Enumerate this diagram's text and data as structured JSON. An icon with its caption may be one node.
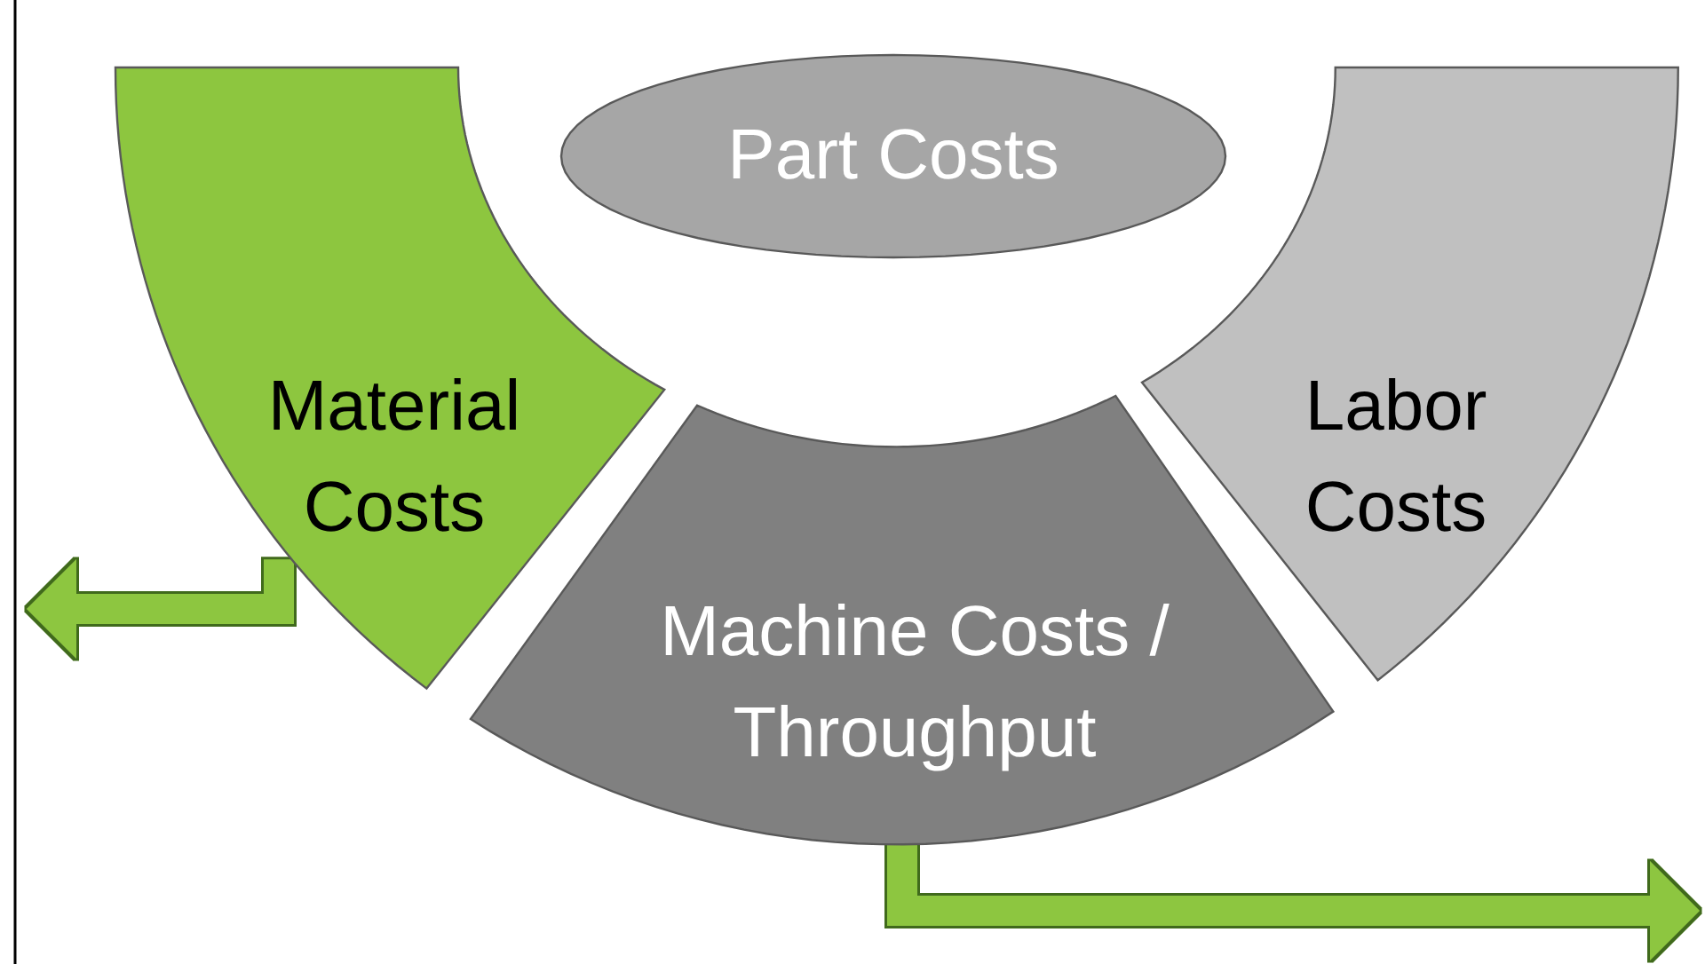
{
  "diagram": {
    "nodes": [
      {
        "text": [
          "Part Costs"
        ]
      },
      {
        "text": [
          "Material Costs"
        ]
      },
      {
        "text": [
          "Machine Costs / Throughput"
        ]
      },
      {
        "text": [
          "Labor Costs"
        ]
      }
    ],
    "edges": [
      {
        "from": 1,
        "to": null,
        "arrow": "to"
      },
      {
        "from": 2,
        "to": null,
        "arrow": "to"
      }
    ]
  }
}
